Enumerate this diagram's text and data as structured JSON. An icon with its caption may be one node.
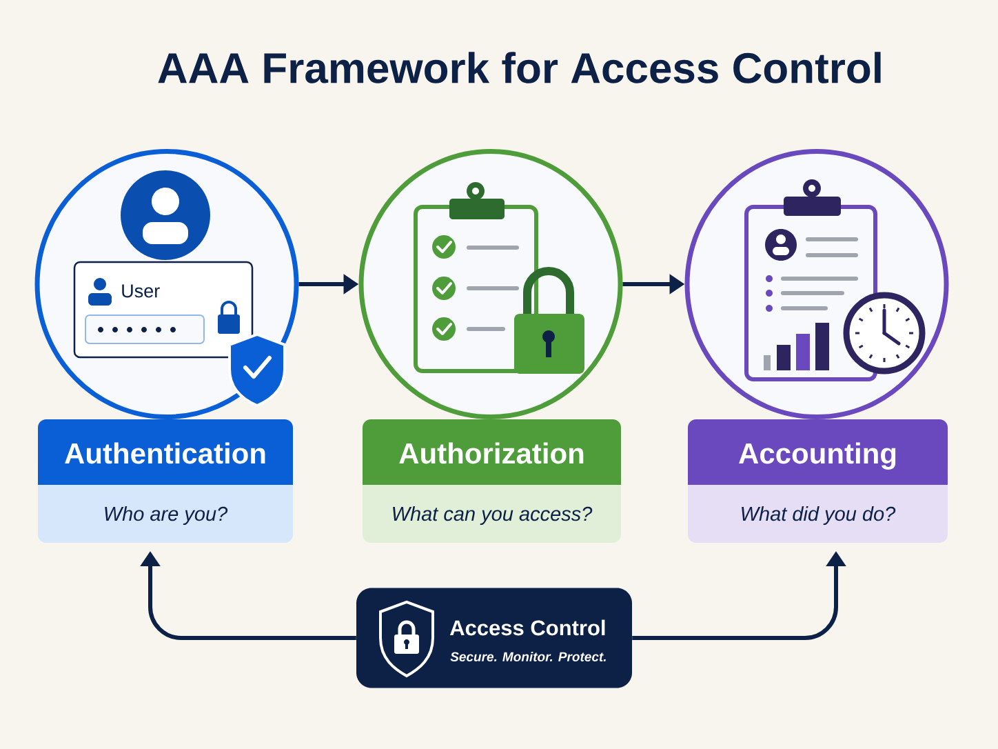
{
  "diagram": {
    "title": "AAA Framework for Access Control",
    "nodes": [
      {
        "text": [],
        "shape": "circle"
      },
      {
        "text": [],
        "shape": "circle"
      },
      {
        "text": [],
        "shape": "circle"
      },
      {
        "text": [
          "Authentication",
          "Who are you?"
        ]
      },
      {
        "text": [
          "Authorization",
          "What can you access?"
        ]
      },
      {
        "text": [
          "Accounting",
          "What did you do?"
        ]
      },
      {
        "text": [
          "Access Control",
          "Secure. Monitor. Protect."
        ]
      }
    ],
    "edges": [
      {
        "from": 0,
        "to": 1,
        "arrow": "to"
      },
      {
        "from": 1,
        "to": 2,
        "arrow": "to"
      },
      {
        "from": 6,
        "to": 3,
        "arrow": "to"
      },
      {
        "from": 6,
        "to": 5,
        "arrow": "to"
      }
    ],
    "labels": [
      "User"
    ]
  }
}
